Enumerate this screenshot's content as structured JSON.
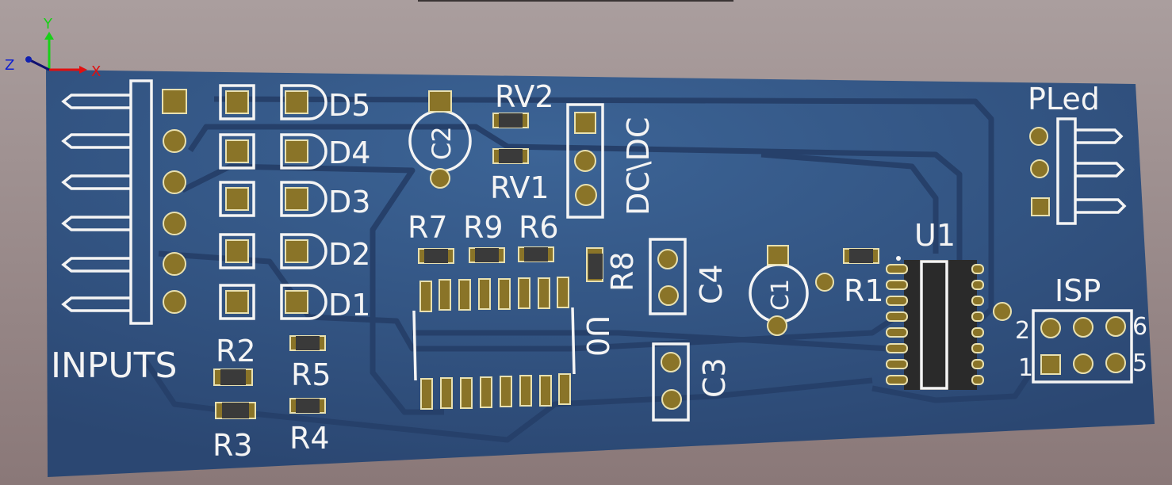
{
  "viewer": {
    "axes": {
      "x": "X",
      "y": "Y",
      "z": "Z"
    },
    "colors": {
      "board": "#2f4f7a",
      "copper": "#8a7428",
      "silk": "#f4f4f4",
      "background": "#a39595"
    }
  },
  "board": {
    "labels": {
      "inputs": "INPUTS",
      "r1": "R1",
      "r2": "R2",
      "r3": "R3",
      "r4": "R4",
      "r5": "R5",
      "r6": "R6",
      "r7": "R7",
      "r8": "R8",
      "r9": "R9",
      "d1": "D1",
      "d2": "D2",
      "d3": "D3",
      "d4": "D4",
      "d5": "D5",
      "rv1": "RV1",
      "rv2": "RV2",
      "c1": "C1",
      "c2": "C2",
      "c3": "C3",
      "c4": "C4",
      "dcdc": "DC\\DC",
      "u0": "U0",
      "u1": "U1",
      "pled": "PLed",
      "isp": "ISP",
      "isp_pin1": "1",
      "isp_pin2": "2",
      "isp_pin5": "5",
      "isp_pin6": "6"
    }
  }
}
